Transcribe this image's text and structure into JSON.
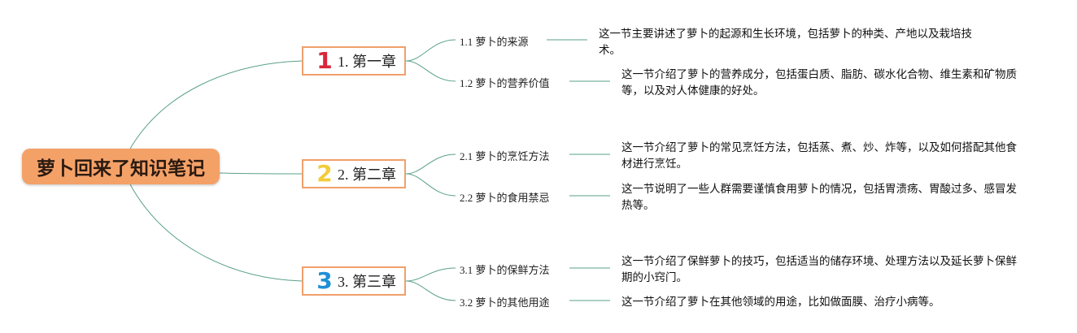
{
  "root": {
    "title": "萝卜回来了知识笔记"
  },
  "chapters": [
    {
      "num": "1",
      "num_color": "#d9263b",
      "label": "1. 第一章",
      "sections": [
        {
          "label": "1.1 萝卜的来源",
          "desc": "这一节主要讲述了萝卜的起源和生长环境，包括萝卜的种类、产地以及栽培技术。"
        },
        {
          "label": "1.2 萝卜的营养价值",
          "desc": "这一节介绍了萝卜的营养成分，包括蛋白质、脂肪、碳水化合物、维生素和矿物质等，以及对人体健康的好处。"
        }
      ]
    },
    {
      "num": "2",
      "num_color": "#f2cc3a",
      "label": "2. 第二章",
      "sections": [
        {
          "label": "2.1 萝卜的烹饪方法",
          "desc": "这一节介绍了萝卜的常见烹饪方法，包括蒸、煮、炒、炸等，以及如何搭配其他食材进行烹饪。"
        },
        {
          "label": "2.2 萝卜的食用禁忌",
          "desc": "这一节说明了一些人群需要谨慎食用萝卜的情况，包括胃溃疡、胃酸过多、感冒发热等。"
        }
      ]
    },
    {
      "num": "3",
      "num_color": "#1f8fd6",
      "label": "3. 第三章",
      "sections": [
        {
          "label": "3.1 萝卜的保鲜方法",
          "desc": "这一节介绍了保鲜萝卜的技巧，包括适当的储存环境、处理方法以及延长萝卜保鲜期的小窍门。"
        },
        {
          "label": "3.2 萝卜的其他用途",
          "desc": "这一节介绍了萝卜在其他领域的用途，比如做面膜、治疗小病等。"
        }
      ]
    }
  ],
  "colors": {
    "line": "#5aa08a",
    "chapter_border": "#f0a06a",
    "root_fill": "#f4a168"
  }
}
